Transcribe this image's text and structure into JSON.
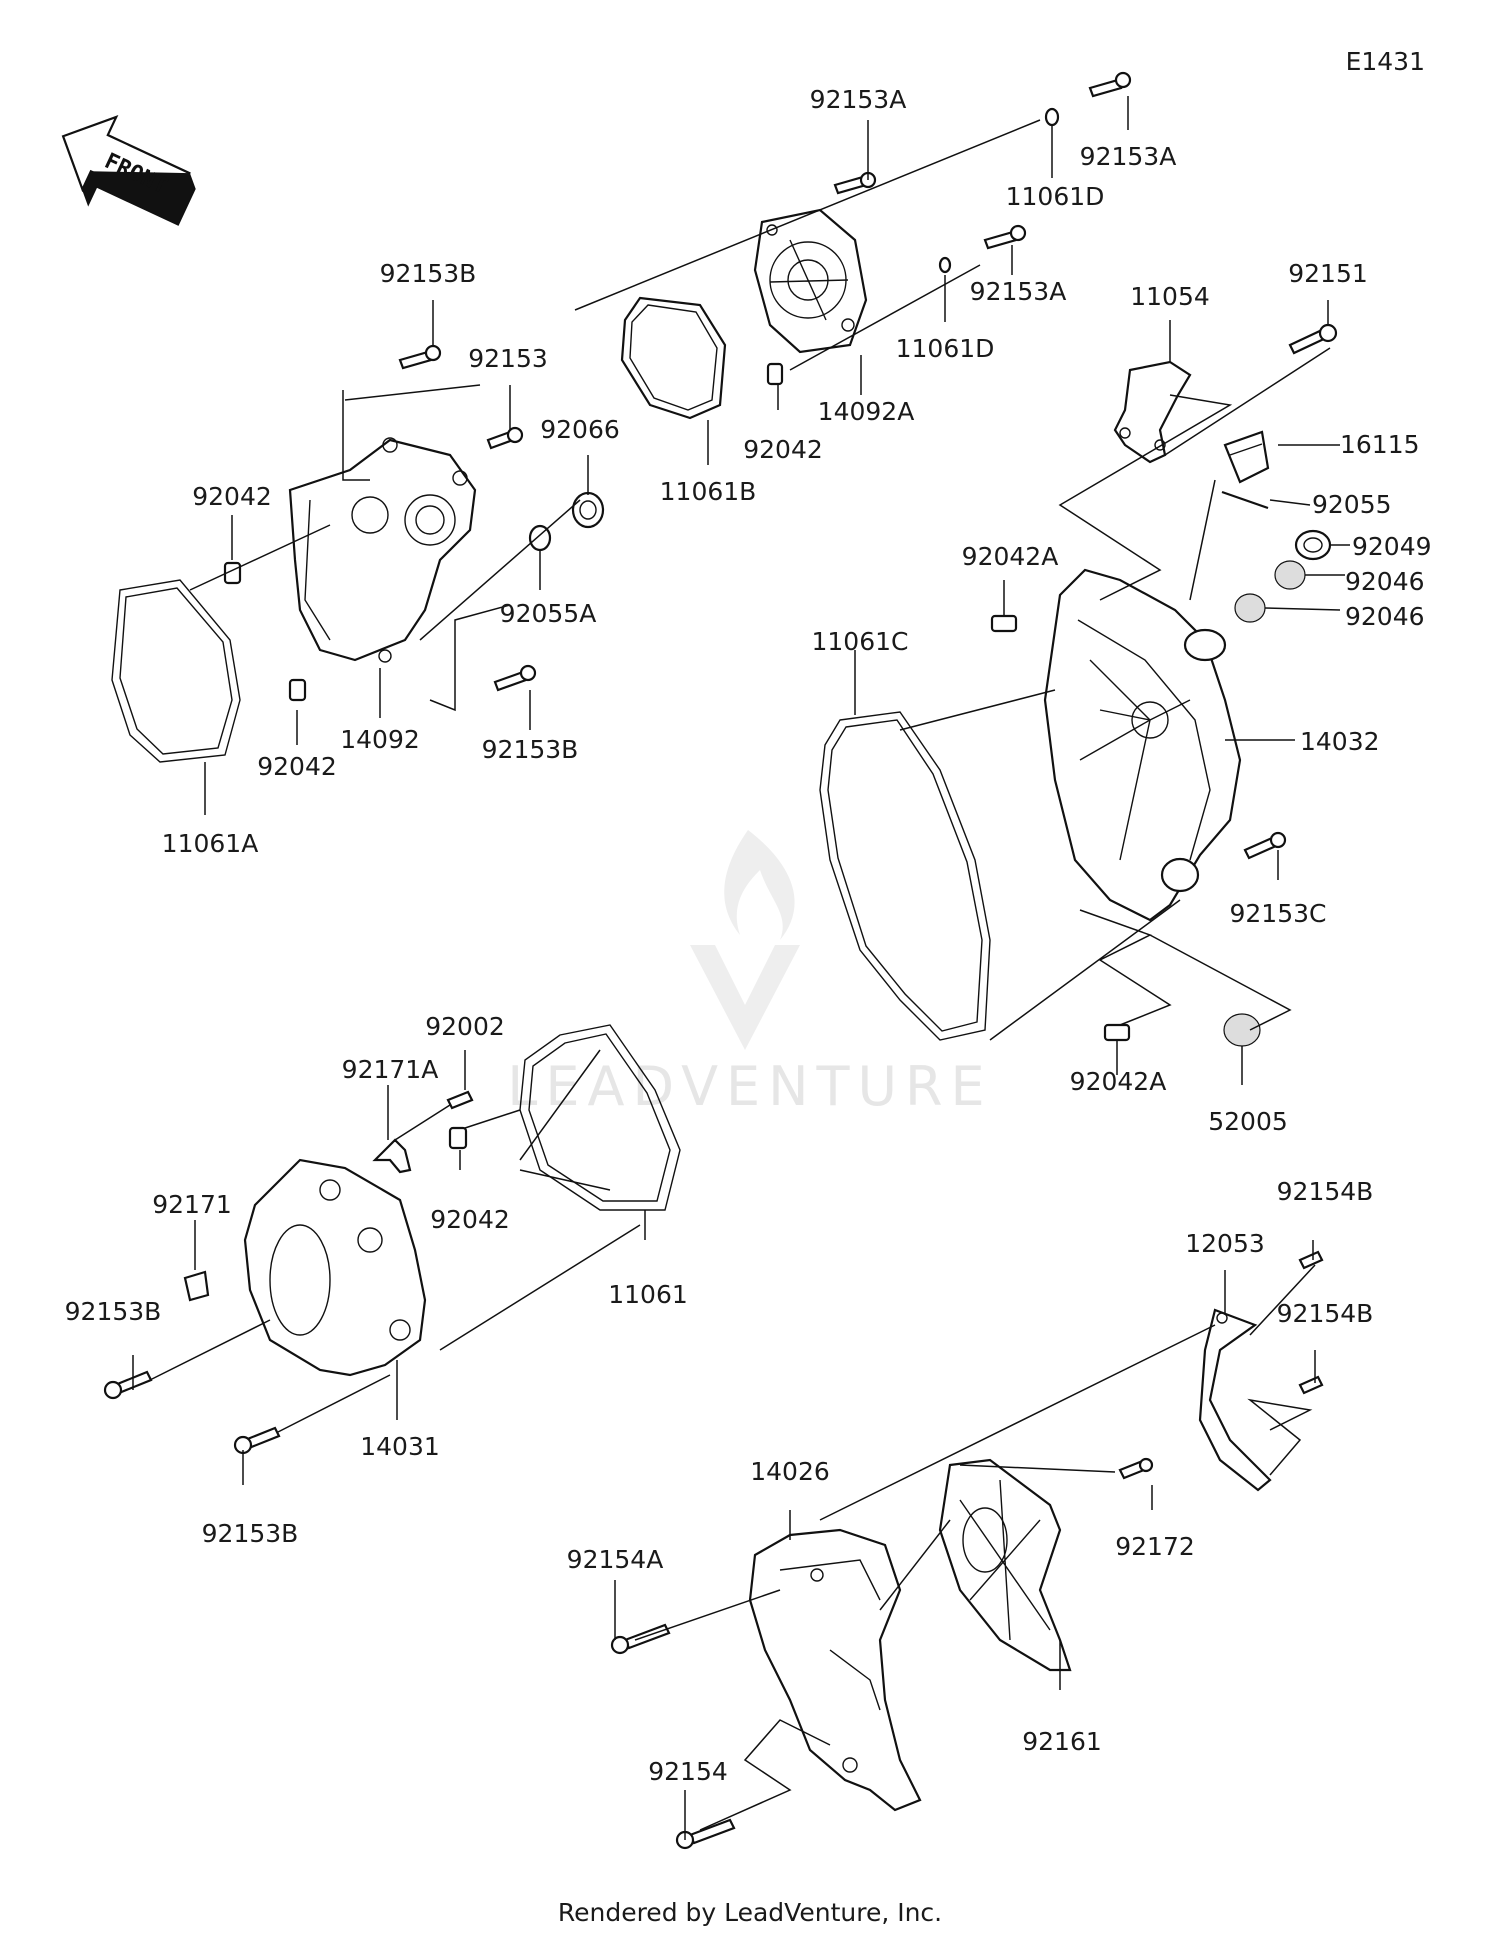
{
  "diagram_code": "E1431",
  "front_label": "FRONT",
  "watermark": "LEADVENTURE",
  "footer": "Rendered by LeadVenture, Inc.",
  "parts": {
    "p_92153A_top": "92153A",
    "p_92153A_r1": "92153A",
    "p_11061D_1": "11061D",
    "p_92153A_r2": "92153A",
    "p_11061D_2": "11061D",
    "p_14092A": "14092A",
    "p_92042_a": "92042",
    "p_11061B": "11061B",
    "p_92153B_1": "92153B",
    "p_92153": "92153",
    "p_92066": "92066",
    "p_92042_b": "92042",
    "p_92055A": "92055A",
    "p_92042_c": "92042",
    "p_14092": "14092",
    "p_92153B_2": "92153B",
    "p_11061A": "11061A",
    "p_11054": "11054",
    "p_92151": "92151",
    "p_16115": "16115",
    "p_92055": "92055",
    "p_92049": "92049",
    "p_92046_1": "92046",
    "p_92046_2": "92046",
    "p_92042A_1": "92042A",
    "p_11061C": "11061C",
    "p_14032": "14032",
    "p_92153C": "92153C",
    "p_92042A_2": "92042A",
    "p_52005": "52005",
    "p_92002": "92002",
    "p_92171A": "92171A",
    "p_92042_d": "92042",
    "p_92171": "92171",
    "p_11061": "11061",
    "p_92153B_3": "92153B",
    "p_14031": "14031",
    "p_92153B_4": "92153B",
    "p_92154B_1": "92154B",
    "p_12053": "12053",
    "p_92154B_2": "92154B",
    "p_14026": "14026",
    "p_92172": "92172",
    "p_92154A": "92154A",
    "p_92161": "92161",
    "p_92154": "92154"
  }
}
